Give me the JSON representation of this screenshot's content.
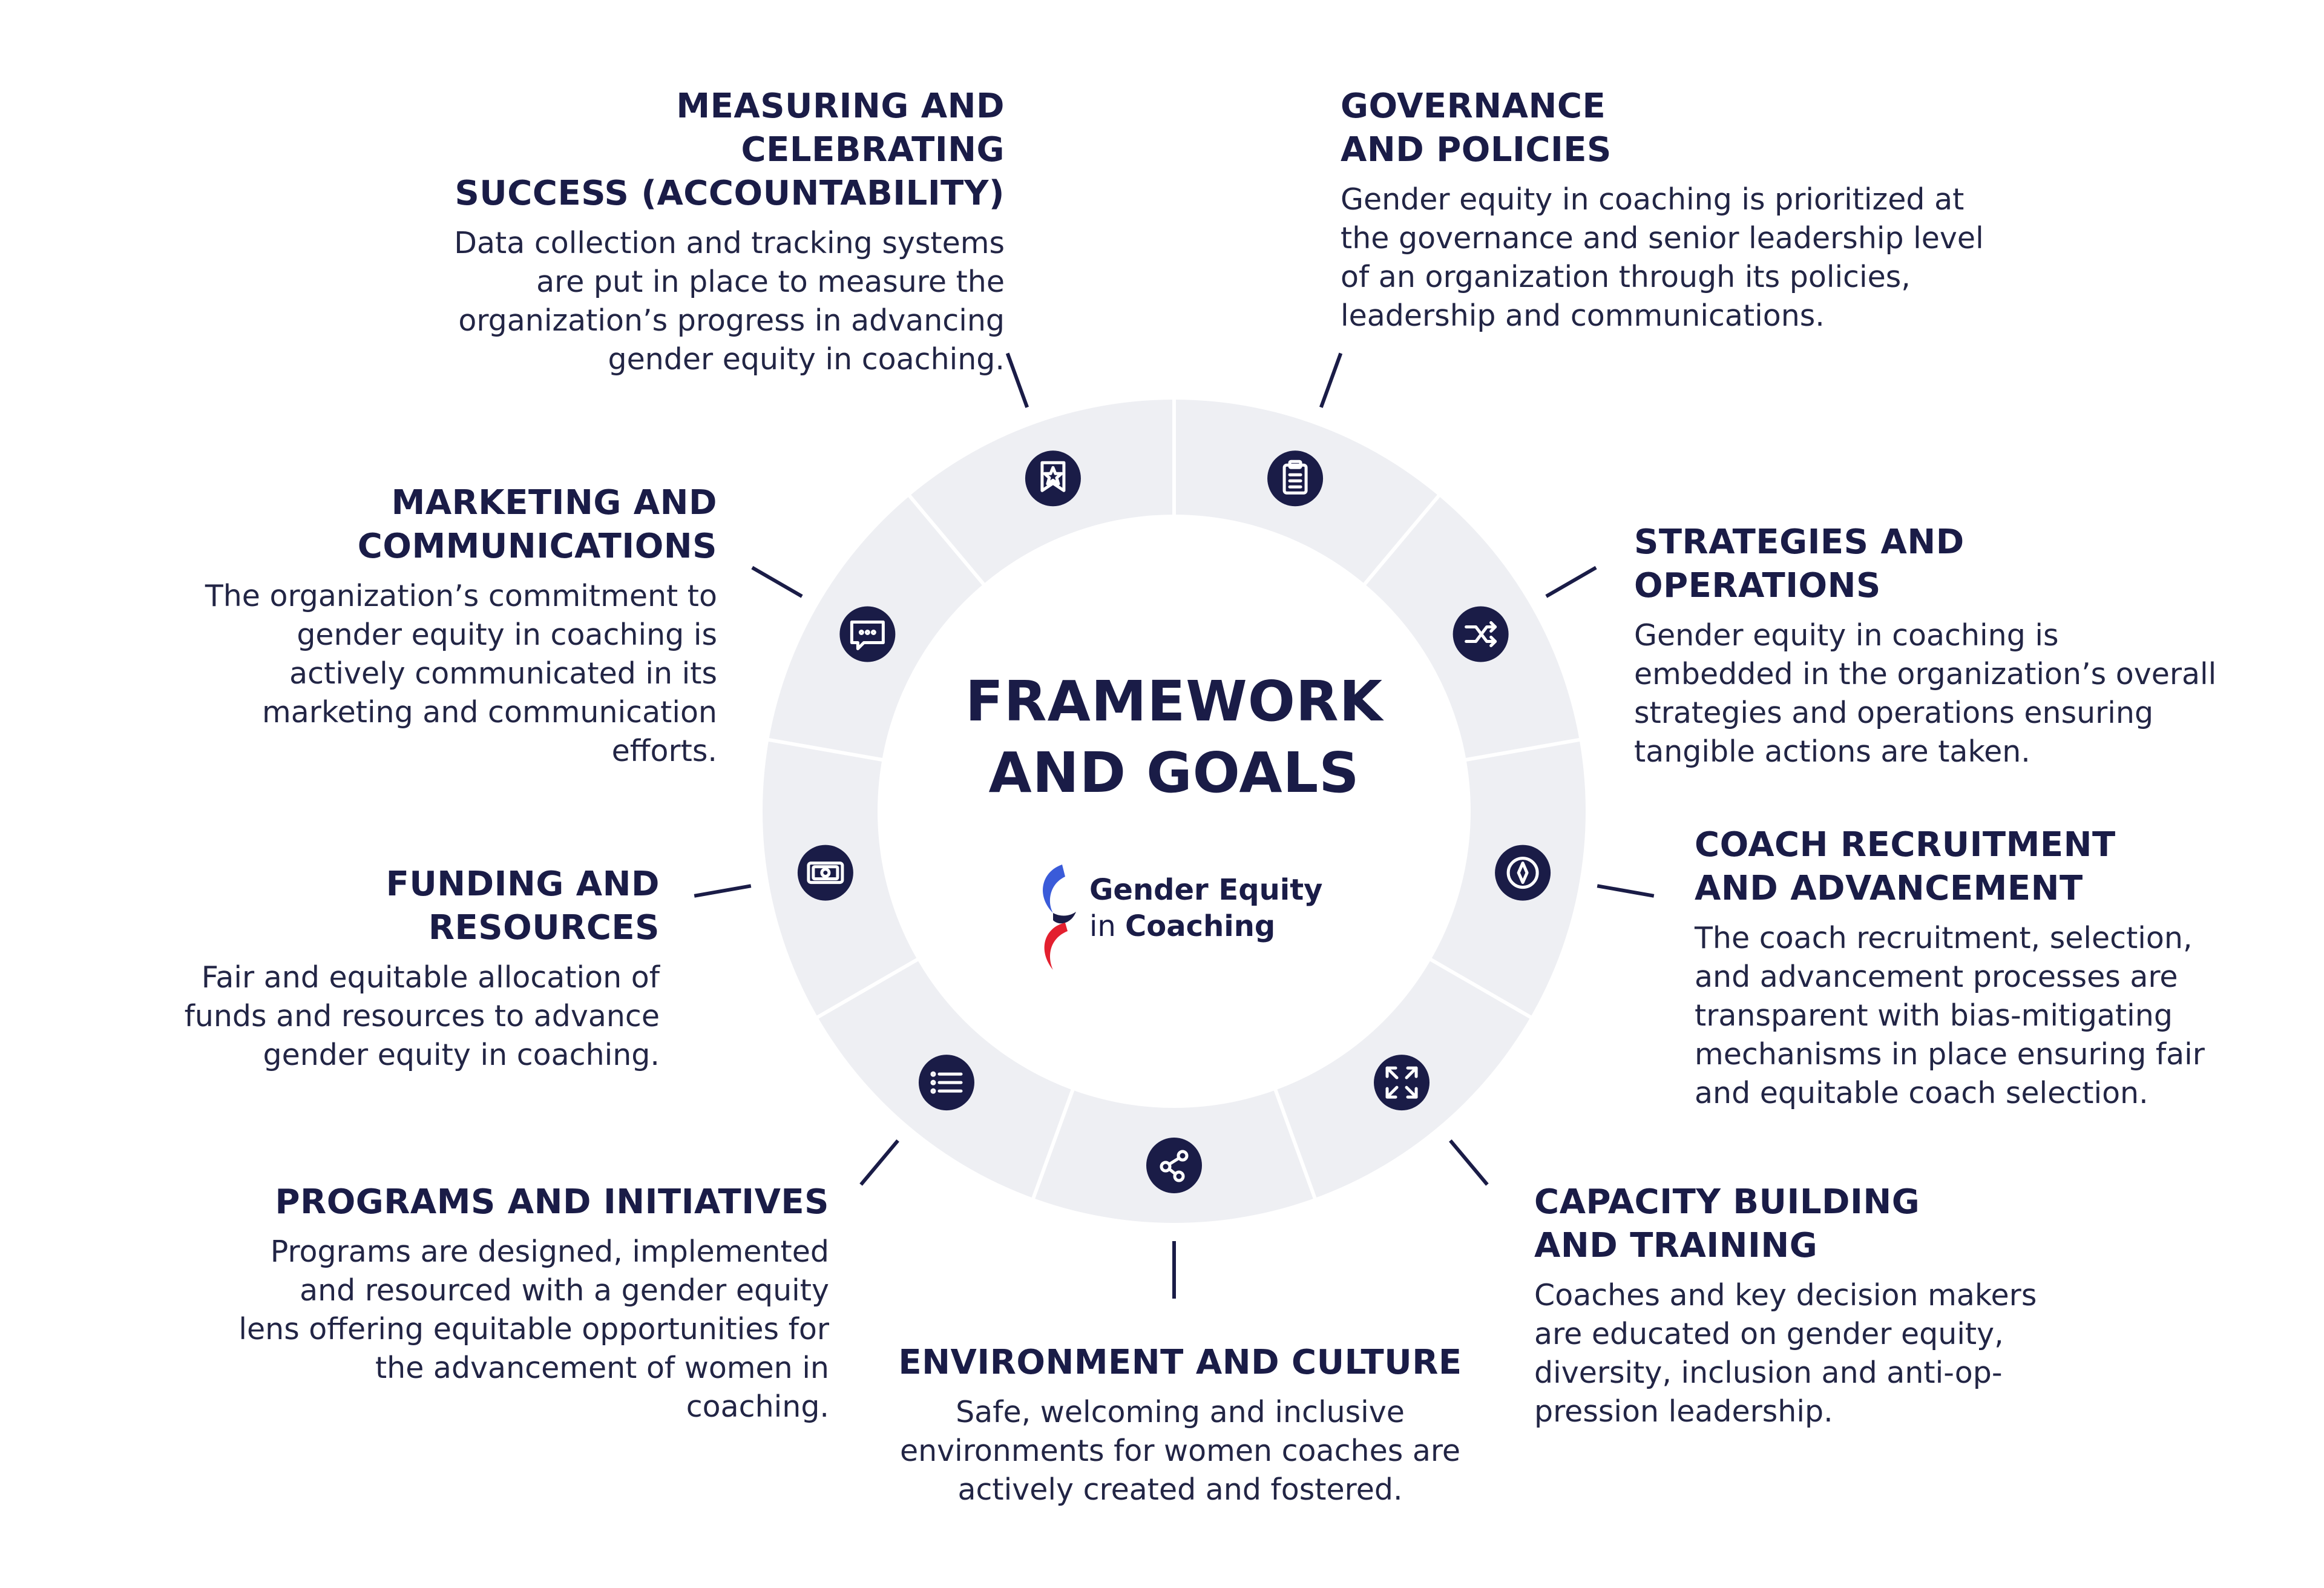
{
  "center": {
    "title_line1": "FRAMEWORK",
    "title_line2": "AND GOALS"
  },
  "logo": {
    "line1": "Gender Equity",
    "line2_prefix": "in",
    "line2_strong": "Coaching",
    "colors": {
      "blue": "#3a5bd9",
      "red": "#e3202f",
      "navy": "#1a1c47"
    }
  },
  "colors": {
    "ring": "#eeeff3",
    "ring_divider": "#ffffff",
    "icon_bg": "#1a1c47",
    "icon_fg": "#ffffff",
    "text": "#1a1c47",
    "connector": "#1a1c47"
  },
  "segments": [
    {
      "id": "governance",
      "title_line1": "GOVERNANCE",
      "title_line2": "AND POLICIES",
      "description": "Gender equity in coaching is prioritized at the governance and senior leadership level of an organization through its policies, leadership and communications.",
      "icon": "clipboard-icon"
    },
    {
      "id": "strategies",
      "title_line1": "STRATEGIES AND OPERATIONS",
      "title_line2": "",
      "description": "Gender equity in coaching is embedded in the organization’s overall strategies and operations ensuring tangible actions are taken.",
      "icon": "shuffle-icon"
    },
    {
      "id": "recruitment",
      "title_line1": "COACH RECRUITMENT",
      "title_line2": "AND ADVANCEMENT",
      "description": "The coach recruitment, selection, and advancement processes are transparent with bias-mitigating mechanisms in place ensuring fair and equitable coach selection.",
      "icon": "compass-icon"
    },
    {
      "id": "capacity",
      "title_line1": "CAPACITY BUILDING",
      "title_line2": "AND TRAINING",
      "description": "Coaches and key decision makers are educated on gender equity, diversity, inclusion and anti-op- pression leadership.",
      "icon": "expand-arrows-icon"
    },
    {
      "id": "environment",
      "title_line1": "ENVIRONMENT AND CULTURE",
      "title_line2": "",
      "description": "Safe, welcoming and inclusive environments for women coaches are actively created and fostered.",
      "icon": "share-nodes-icon"
    },
    {
      "id": "programs",
      "title_line1": "PROGRAMS AND INITIATIVES",
      "title_line2": "",
      "description": "Programs are designed, implemented and resourced with a gender equity lens offering equitable opportunities for the advancement of women in coaching.",
      "icon": "list-icon"
    },
    {
      "id": "funding",
      "title_line1": "FUNDING AND RESOURCES",
      "title_line2": "",
      "description": "Fair and equitable allocation of funds and resources to advance gender equity in coaching.",
      "icon": "banknote-icon"
    },
    {
      "id": "marketing",
      "title_line1": "MARKETING AND",
      "title_line2": "COMMUNICATIONS",
      "description": "The organization’s commitment to gender equity in coaching is actively communicated in its marketing and communication efforts.",
      "icon": "chat-bubble-icon"
    },
    {
      "id": "measuring",
      "title_line1": "MEASURING AND CELEBRATING",
      "title_line2": "SUCCESS (ACCOUNTABILITY)",
      "description": "Data collection and tracking systems are put in place to measure the organization’s progress in advancing gender equity in coaching.",
      "icon": "award-badge-icon"
    }
  ]
}
